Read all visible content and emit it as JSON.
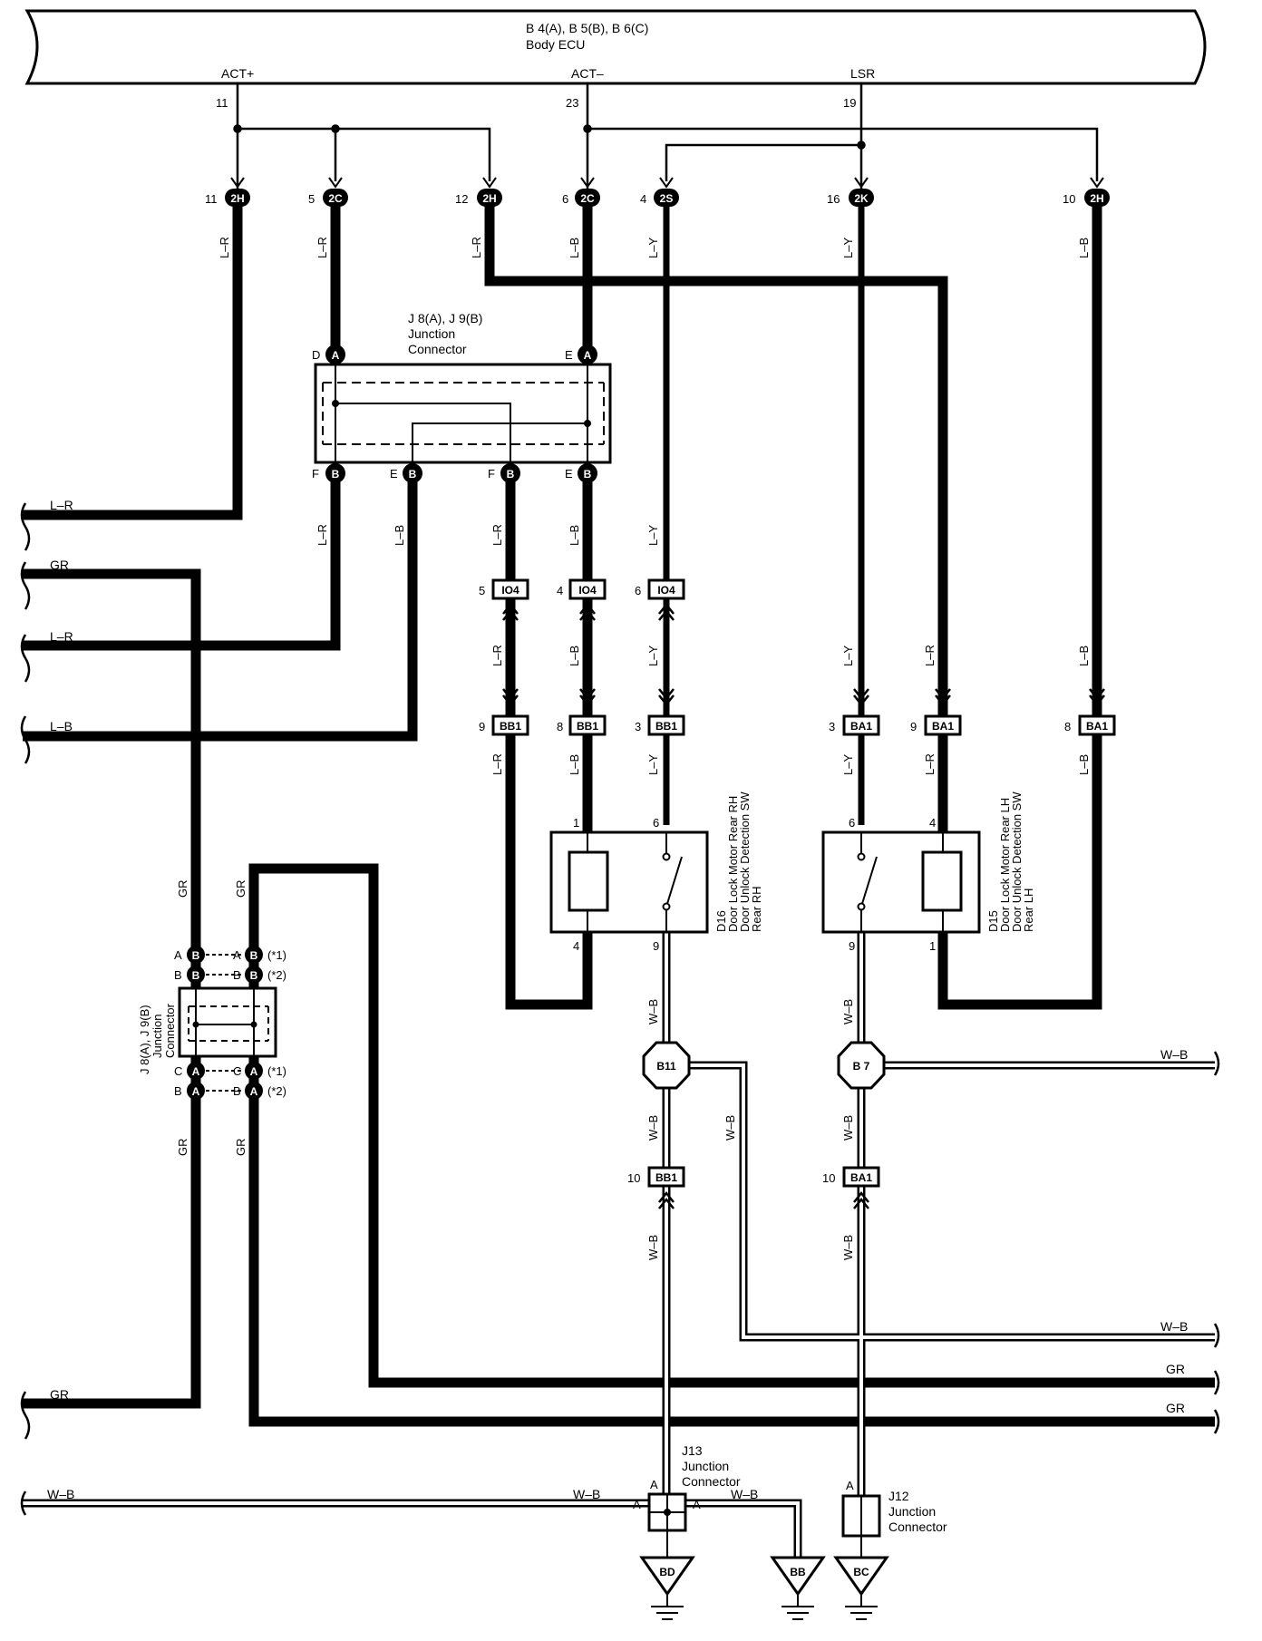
{
  "ecu": {
    "title": "B 4(A), B 5(B), B 6(C)",
    "subtitle": "Body ECU",
    "terminals": [
      {
        "name": "ACT+",
        "pin": "11"
      },
      {
        "name": "ACT–",
        "pin": "23"
      },
      {
        "name": "LSR",
        "pin": "19"
      }
    ]
  },
  "top_connectors": [
    {
      "pin": "11",
      "code": "2H",
      "wire": "L–R"
    },
    {
      "pin": "5",
      "code": "2C",
      "wire": "L–R"
    },
    {
      "pin": "12",
      "code": "2H",
      "wire": "L–R"
    },
    {
      "pin": "6",
      "code": "2C",
      "wire": "L–B"
    },
    {
      "pin": "4",
      "code": "2S",
      "wire": "L–Y"
    },
    {
      "pin": "16",
      "code": "2K",
      "wire": "L–Y"
    },
    {
      "pin": "10",
      "code": "2H",
      "wire": "L–B"
    }
  ],
  "jc_upper": {
    "line1": "J 8(A), J 9(B)",
    "line2": "Junction",
    "line3": "Connector",
    "top_pins": [
      {
        "p": "D",
        "c": "A"
      },
      {
        "p": "E",
        "c": "A"
      }
    ],
    "bottom_pins": [
      {
        "p": "F",
        "c": "B"
      },
      {
        "p": "E",
        "c": "B"
      },
      {
        "p": "F",
        "c": "B"
      },
      {
        "p": "E",
        "c": "B"
      }
    ]
  },
  "left_wires": [
    "L–R",
    "GR",
    "L–R",
    "L–B",
    "GR",
    "W–B"
  ],
  "wires_mid": {
    "lr1": "L–R",
    "lb1": "L–B",
    "lr2": "L–R",
    "lb2": "L–B",
    "ly": "L–Y"
  },
  "io4": [
    {
      "pin": "5",
      "code": "IO4",
      "wire": "L–R"
    },
    {
      "pin": "4",
      "code": "IO4",
      "wire": "L–B"
    },
    {
      "pin": "6",
      "code": "IO4",
      "wire": "L–Y"
    }
  ],
  "bb1": [
    {
      "pin": "9",
      "code": "BB1",
      "wire": "L–R"
    },
    {
      "pin": "8",
      "code": "BB1",
      "wire": "L–B"
    },
    {
      "pin": "3",
      "code": "BB1",
      "wire": "L–Y"
    }
  ],
  "ba1": [
    {
      "pin": "3",
      "code": "BA1",
      "wire": "L–Y"
    },
    {
      "pin": "9",
      "code": "BA1",
      "wire": "L–R"
    },
    {
      "pin": "8",
      "code": "BA1",
      "wire": "L–B"
    }
  ],
  "d16": {
    "code": "D16",
    "line1": "Door Lock Motor Rear RH",
    "line2": "Door Unlock Detection SW",
    "line3": "Rear RH",
    "pins": [
      "1",
      "6",
      "4",
      "9"
    ]
  },
  "d15": {
    "code": "D15",
    "line1": "Door Lock Motor Rear LH",
    "line2": "Door Unlock Detection SW",
    "line3": "Rear LH",
    "pins": [
      "6",
      "4",
      "9",
      "1"
    ]
  },
  "jc_lower": {
    "line1": "J 8(A), J 9(B)",
    "line2": "Junction",
    "line3": "Connector",
    "rows": [
      {
        "p": "A",
        "c": "B",
        "note": "(*1)"
      },
      {
        "p": "B",
        "c": "B",
        "note": "(*2)"
      },
      {
        "p": "C",
        "c": "A",
        "note": "(*1)"
      },
      {
        "p": "B",
        "c": "A",
        "note": "(*2)"
      }
    ]
  },
  "splices": {
    "b11": "B11",
    "b7": "B 7"
  },
  "bottom_conn": [
    {
      "pin": "10",
      "code": "BB1"
    },
    {
      "pin": "10",
      "code": "BA1"
    }
  ],
  "grounds": [
    "BD",
    "BB",
    "BC"
  ],
  "j13": {
    "line1": "J13",
    "line2": "Junction",
    "line3": "Connector"
  },
  "j12": {
    "line1": "J12",
    "line2": "Junction",
    "line3": "Connector"
  },
  "right_wires": [
    "W–B",
    "W–B",
    "GR",
    "GR"
  ],
  "wb": "W–B",
  "gr": "GR",
  "a": "A"
}
